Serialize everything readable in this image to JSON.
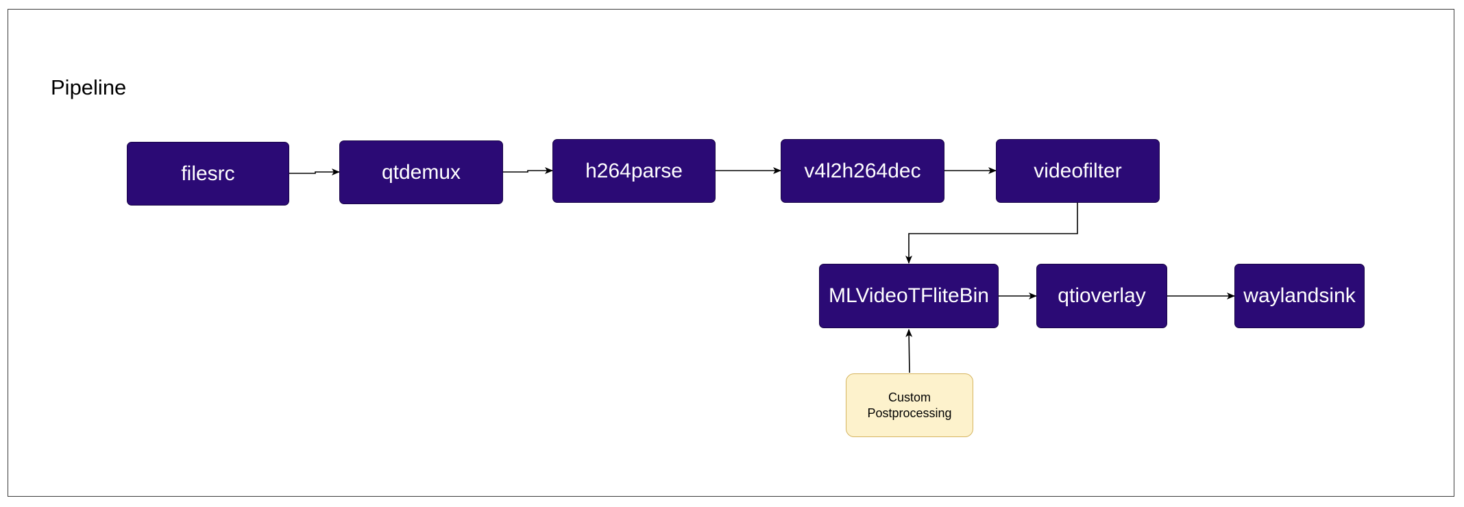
{
  "title": "Pipeline",
  "nodes": {
    "filesrc": "filesrc",
    "qtdemux": "qtdemux",
    "h264parse": "h264parse",
    "v4l2h264dec": "v4l2h264dec",
    "videofilter": "videofilter",
    "mlvideo": "MLVideoTFliteBin",
    "qtioverlay": "qtioverlay",
    "waylandsink": "waylandsink"
  },
  "note": {
    "line1": "Custom",
    "line2": "Postprocessing"
  },
  "colors": {
    "node_fill": "#2b0a75",
    "note_fill": "#fdf2cc",
    "note_border": "#d5b45e"
  }
}
